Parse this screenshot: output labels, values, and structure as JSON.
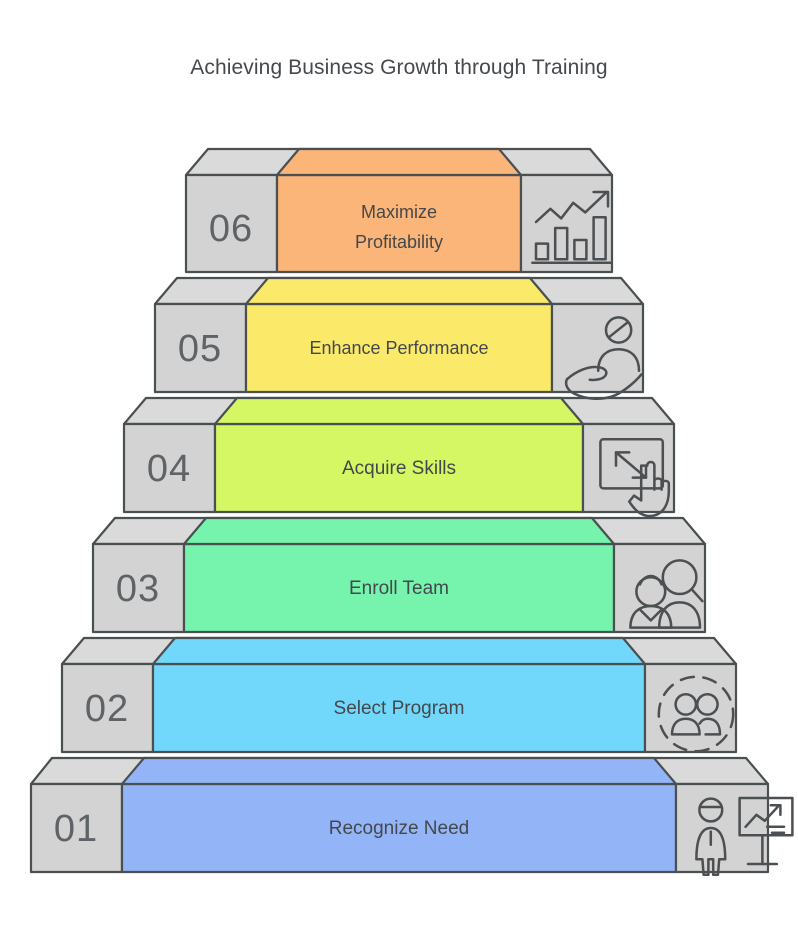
{
  "title": "Achieving Business Growth through Training",
  "diagram": {
    "type": "staircase-pyramid",
    "orientation": "bottom-to-top",
    "step_count": 6,
    "side_panel_color": "#d3d3d3",
    "top_face_color": "#dadada",
    "outline_color": "#4a4f52",
    "background": "#ffffff",
    "number_text_color": "#5e6367",
    "label_text_color": "#44484c"
  },
  "steps": [
    {
      "number": "01",
      "label": "Recognize Need",
      "label_line1": "Recognize Need",
      "label_line2": "",
      "color": "#93b4f7",
      "icon": "person-presenting-growth-chart-icon"
    },
    {
      "number": "02",
      "label": "Select Program",
      "label_line1": "Select Program",
      "label_line2": "",
      "color": "#71d8fb",
      "icon": "users-in-dashed-circle-icon"
    },
    {
      "number": "03",
      "label": "Enroll Team",
      "label_line1": "Enroll Team",
      "label_line2": "",
      "color": "#76f3ad",
      "icon": "team-search-people-icon"
    },
    {
      "number": "04",
      "label": "Acquire Skills",
      "label_line1": "Acquire Skills",
      "label_line2": "",
      "color": "#d4f763",
      "icon": "resize-expand-hand-icon"
    },
    {
      "number": "05",
      "label": "Enhance Performance",
      "label_line1": "Enhance Performance",
      "label_line2": "",
      "color": "#fbe96a",
      "icon": "hand-holding-person-icon"
    },
    {
      "number": "06",
      "label": "Maximize Profitability",
      "label_line1": "Maximize",
      "label_line2": "Profitability",
      "color": "#fbb579",
      "icon": "bar-chart-growth-arrow-icon"
    }
  ]
}
